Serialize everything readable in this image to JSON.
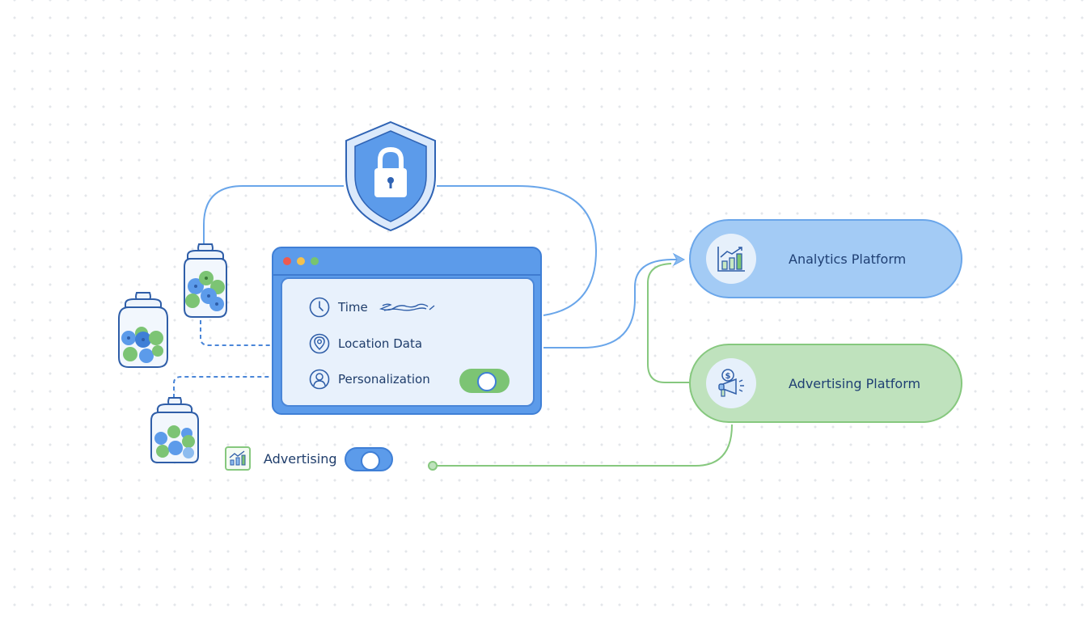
{
  "window": {
    "title_dots": [
      "red",
      "yellow",
      "green"
    ],
    "rows": [
      {
        "icon": "clock-icon",
        "label": "Time",
        "value": "scribbled-redacted"
      },
      {
        "icon": "location-pin-icon",
        "label": "Location Data"
      },
      {
        "icon": "user-icon",
        "label": "Personalization",
        "toggle": {
          "state": "on",
          "color": "#7cc474"
        }
      }
    ]
  },
  "shield": {
    "icon": "shield-lock-icon"
  },
  "jars": [
    {
      "icon": "cookie-jar-icon"
    },
    {
      "icon": "cookie-jar-icon"
    },
    {
      "icon": "cookie-jar-icon"
    }
  ],
  "advertising_toggle": {
    "icon": "bar-chart-trend-icon",
    "label": "Advertising",
    "state": "on",
    "color": "#5c9bea"
  },
  "platforms": [
    {
      "name": "analytics",
      "label": "Analytics Platform",
      "icon": "analytics-chart-icon",
      "color": "#a3cbf5"
    },
    {
      "name": "advertising",
      "label": "Advertising Platform",
      "icon": "megaphone-dollar-icon",
      "color": "#bfe2bd"
    }
  ],
  "colors": {
    "blue_line": "#6aa6ea",
    "green_line": "#86c87e",
    "accent_blue": "#4a86d8"
  }
}
